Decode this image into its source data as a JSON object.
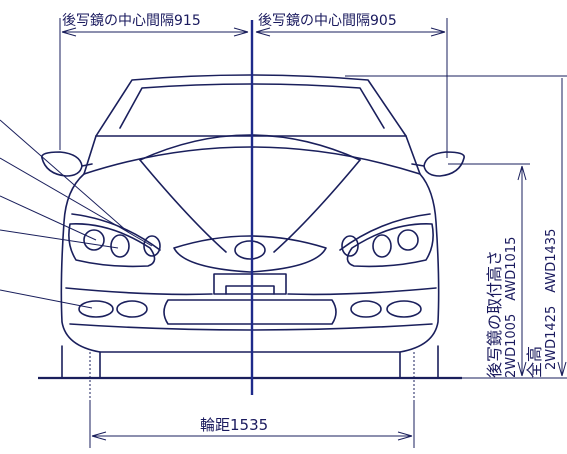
{
  "diagram": {
    "top_left_dim": "後写鏡の中心間隔915",
    "top_right_dim": "後写鏡の中心間隔905",
    "track_dim": "輪距1535",
    "mirror_height_title": "後写鏡の取付高さ",
    "mirror_height_values": "2WD1005　AWD1015",
    "overall_height_title": "全高",
    "overall_height_values": "2WD1425　AWD1435"
  },
  "colors": {
    "ink": "#1a1f5c",
    "centerline": "#1e2a8a",
    "background": "#ffffff"
  }
}
